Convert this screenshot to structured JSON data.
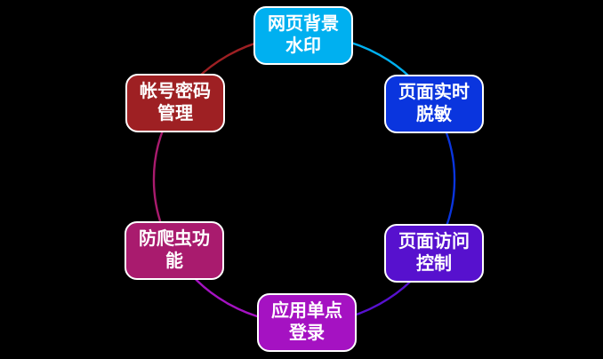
{
  "diagram": {
    "type": "cycle",
    "background_color": "#000000",
    "text_color": "#ffffff",
    "node_border_color": "#ffffff",
    "nodes": [
      {
        "id": "web-background-watermark",
        "label": "网页背景水印",
        "color": "#00b0f0",
        "position": "top"
      },
      {
        "id": "realtime-page-masking",
        "label": "页面实时脱敏",
        "color": "#0a35de",
        "position": "top-right"
      },
      {
        "id": "page-access-control",
        "label": "页面访问控制",
        "color": "#5711ce",
        "position": "bottom-right"
      },
      {
        "id": "app-single-sign-on",
        "label": "应用单点登录",
        "color": "#a512c2",
        "position": "bottom"
      },
      {
        "id": "anti-crawler-function",
        "label": "防爬虫功能",
        "color": "#a91b6e",
        "position": "bottom-left"
      },
      {
        "id": "account-password-mgmt",
        "label": "帐号密码管理",
        "color": "#9e2023",
        "position": "top-left"
      }
    ]
  }
}
